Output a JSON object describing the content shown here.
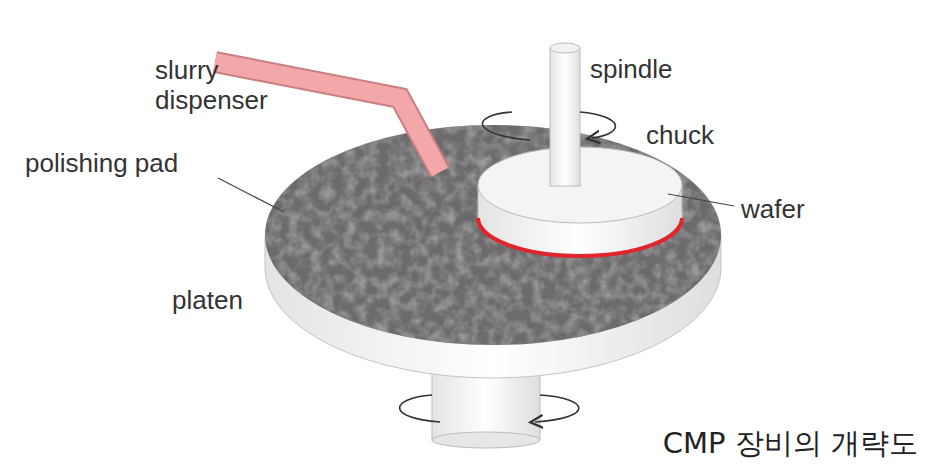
{
  "diagram": {
    "caption": "CMP 장비의 개략도",
    "labels": [
      "slurry dispenser",
      "spindle",
      "chuck",
      "polishing pad",
      "wafer",
      "platen"
    ]
  }
}
